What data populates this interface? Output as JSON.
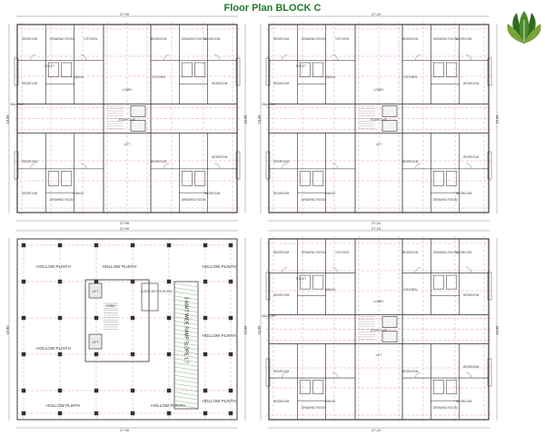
{
  "header": {
    "title": "Floor Plan BLOCK C"
  },
  "logo": {
    "icon": "leaf-logo-icon",
    "colors": {
      "leaf": "#2f6b1f",
      "leaf_light": "#7aa33a"
    }
  },
  "colors": {
    "wall": "#2b2b2b",
    "grid_red": "#d9585c",
    "hatch": "#9a9a9a",
    "title": "#1f7a2a"
  },
  "panels": {
    "top_left": {
      "dims": {
        "top": "27.99",
        "left": "18.88",
        "right": "18.88",
        "bottom": "27.99"
      },
      "rooms": [
        "BEDROOM",
        "DRAWING ROOM",
        "KITCHEN",
        "DINING",
        "BEDROOM",
        "BEDROOM",
        "TOILET",
        "LOBBY",
        "BALCONY",
        "STAIRCASE",
        "LIFT",
        "BEDROOM",
        "DRAWING ROOM",
        "KITCHEN",
        "BEDROOM",
        "BEDROOM",
        "DINING"
      ]
    },
    "top_right": {
      "dims": {
        "top": "27.24",
        "left": "18.88",
        "right": "18.88",
        "bottom": "27.24"
      },
      "rooms": [
        "BEDROOM",
        "DRAWING ROOM",
        "KITCHEN",
        "DINING",
        "BEDROOM",
        "BEDROOM",
        "TOILET",
        "LOBBY",
        "BALCONY",
        "STAIRCASE",
        "LIFT",
        "BEDROOM",
        "DRAWING ROOM",
        "KITCHEN",
        "BEDROOM",
        "BEDROOM",
        "DINING"
      ]
    },
    "bottom_left": {
      "dims": {
        "top": "27.99",
        "left": "18.88",
        "right": "18.88",
        "bottom": "27.99"
      },
      "hollow": [
        "HOLLOW PLINTH",
        "HOLLOW PLINTH",
        "HOLLOW PLINTH",
        "HOLLOW PLINTH",
        "HOLLOW PLINTH",
        "HOLLOW PLINTH",
        "HOLLOW PLINTH",
        "HOLLOW PLINTH"
      ],
      "ramp_text": "3.60MT WIDE RAMP SLOPE 1:7",
      "core_labels": [
        "LIFT",
        "LIFT",
        "STAIR",
        "ELECT METER ROOM"
      ]
    },
    "bottom_right": {
      "dims": {
        "top": "27.24",
        "left": "18.88",
        "right": "18.88",
        "bottom": "27.24"
      },
      "rooms": [
        "BEDROOM",
        "DRAWING ROOM",
        "KITCHEN",
        "DINING",
        "BEDROOM",
        "BEDROOM",
        "TOILET",
        "LOBBY",
        "BALCONY",
        "STAIRCASE",
        "LIFT",
        "BEDROOM",
        "DRAWING ROOM",
        "KITCHEN",
        "BEDROOM",
        "BEDROOM",
        "DINING"
      ]
    }
  }
}
